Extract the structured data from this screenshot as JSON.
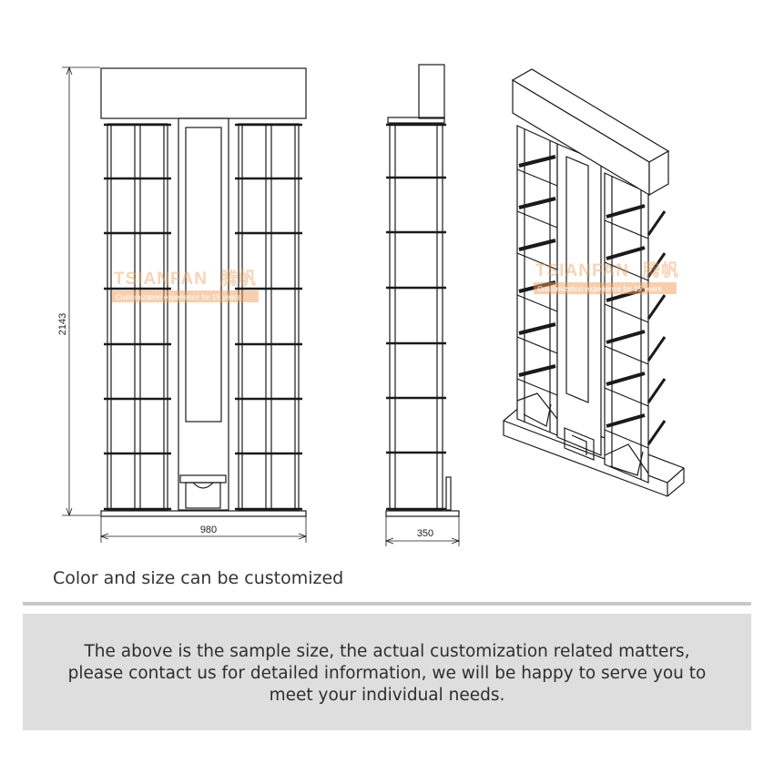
{
  "drawing": {
    "height_dimension": "2143",
    "width_dimension": "980",
    "depth_dimension": "350",
    "watermark_brand": "TSIANFAN",
    "watermark_cjk": "腾帆",
    "watermark_tagline": "Customization experience for 15 years"
  },
  "caption": "Color and size can be customized",
  "note": "The above is the sample size, the actual customization related matters, please contact us for detailed information, we will be happy to serve you to meet your individual needs.",
  "colors": {
    "line": "#1a1a1a",
    "rule": "#c8c8c8",
    "note_background": "#dedede",
    "watermark": "#f0a060"
  }
}
